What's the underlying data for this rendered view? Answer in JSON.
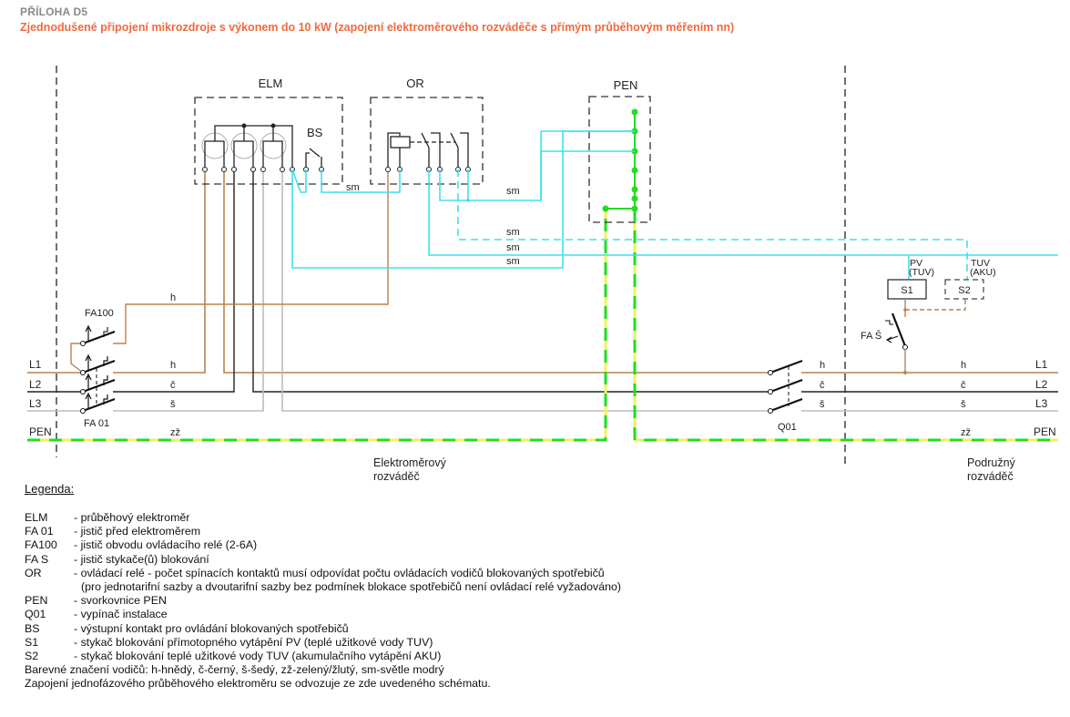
{
  "header": {
    "appendix": "PŘÍLOHA D5",
    "title": "Zjednodušené připojení mikrozdroje s výkonem do 10 kW (zapojení elektroměrového rozváděče s přímým průběhovým měřením nn)"
  },
  "colors": {
    "title_accent": "#ef6a3e",
    "brown_h": "#b9834f",
    "black_c": "#222222",
    "grey_s": "#bdbdbd",
    "cyan_sm": "#3fe0ee",
    "green_pen": "#22dd22",
    "yellow_pen": "#f2f25a"
  },
  "diagram": {
    "boxes": {
      "elm": "ELM",
      "or": "OR",
      "pen": "PEN",
      "bs": "BS",
      "s1": "S1",
      "s2": "S2"
    },
    "wire_labels": {
      "sm1": "sm",
      "sm2": "sm",
      "sm3": "sm",
      "sm4": "sm",
      "sm5": "sm",
      "h_top": "h",
      "h": "h",
      "c": "č",
      "s": "š",
      "zz": "zž",
      "h_r1": "h",
      "c_r1": "č",
      "s_r1": "š",
      "h_r2": "h",
      "c_r2": "č",
      "s_r2": "š",
      "zz_r": "zž"
    },
    "line_labels_left": [
      "L1",
      "L2",
      "L3",
      "PEN"
    ],
    "line_labels_right": [
      "L1",
      "L2",
      "L3",
      "PEN"
    ],
    "devices": {
      "fa100": "FA100",
      "fa01": "FA 01",
      "q01": "Q01",
      "fas": "FA Š",
      "pv": "PV",
      "pv_sub": "(TUV)",
      "tuv": "TUV",
      "tuv_sub": "(AKU)"
    },
    "zones": {
      "meter_board_1": "Elektroměrový",
      "meter_board_2": "rozváděč",
      "sub_board_1": "Podružný",
      "sub_board_2": "rozváděč"
    }
  },
  "legend": {
    "title": "Legenda:",
    "items": [
      {
        "key": "ELM",
        "desc": "- průběhový elektroměr"
      },
      {
        "key": "FA 01",
        "desc": "- jistič před elektroměrem"
      },
      {
        "key": "FA100",
        "desc": "- jistič obvodu ovládacího relé (2-6A)"
      },
      {
        "key": "FA S",
        "desc": "- jistič stykače(ů) blokování"
      },
      {
        "key": "OR",
        "desc": "- ovládací relé - počet spínacích kontaktů musí odpovídat počtu ovládacích vodičů blokovaných spotřebičů"
      },
      {
        "key": "",
        "desc": "(pro jednotarifní sazby a dvoutarifní sazby bez podmínek blokace spotřebičů není ovládací relé vyžadováno)"
      },
      {
        "key": "PEN",
        "desc": "- svorkovnice PEN"
      },
      {
        "key": "Q01",
        "desc": "- vypínač instalace"
      },
      {
        "key": "BS",
        "desc": "- výstupní kontakt pro ovládání blokovaných spotřebičů"
      },
      {
        "key": "S1",
        "desc": "- stykač blokování přímotopného vytápění PV (teplé užitkové vody TUV)"
      },
      {
        "key": "S2",
        "desc": "- stykač blokování teplé užitkové vody TUV (akumulačního vytápění AKU)"
      }
    ],
    "notes": [
      "Barevné značení vodičů: h-hnědý, č-černý, š-šedý, zž-zelený/žlutý, sm-světle modrý",
      "Zapojení jednofázového průběhového elektroměru se odvozuje ze zde uvedeného schématu."
    ]
  }
}
